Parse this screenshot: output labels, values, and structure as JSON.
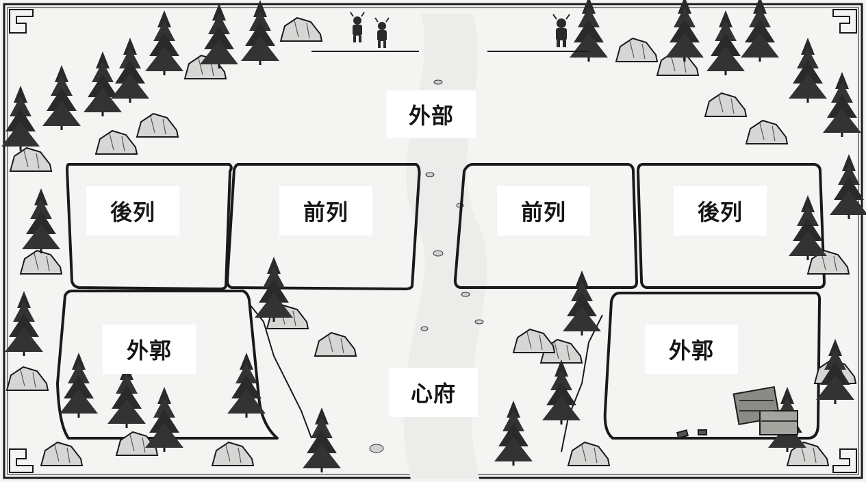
{
  "board": {
    "zones": {
      "outer": "外部",
      "left_back_row": "後列",
      "left_front_row": "前列",
      "right_front_row": "前列",
      "right_back_row": "後列",
      "left_outskirts": "外郭",
      "right_outskirts": "外郭",
      "heart": "心府"
    }
  },
  "colors": {
    "background": "#f4f4f2",
    "ink": "#151515",
    "label_bg": "#ffffff",
    "rock": "#cfcfcf"
  },
  "icons": [
    "pine-tree-icon",
    "rock-icon",
    "demon-figure-icon",
    "treasure-crate-icon",
    "corner-ornament-icon"
  ]
}
